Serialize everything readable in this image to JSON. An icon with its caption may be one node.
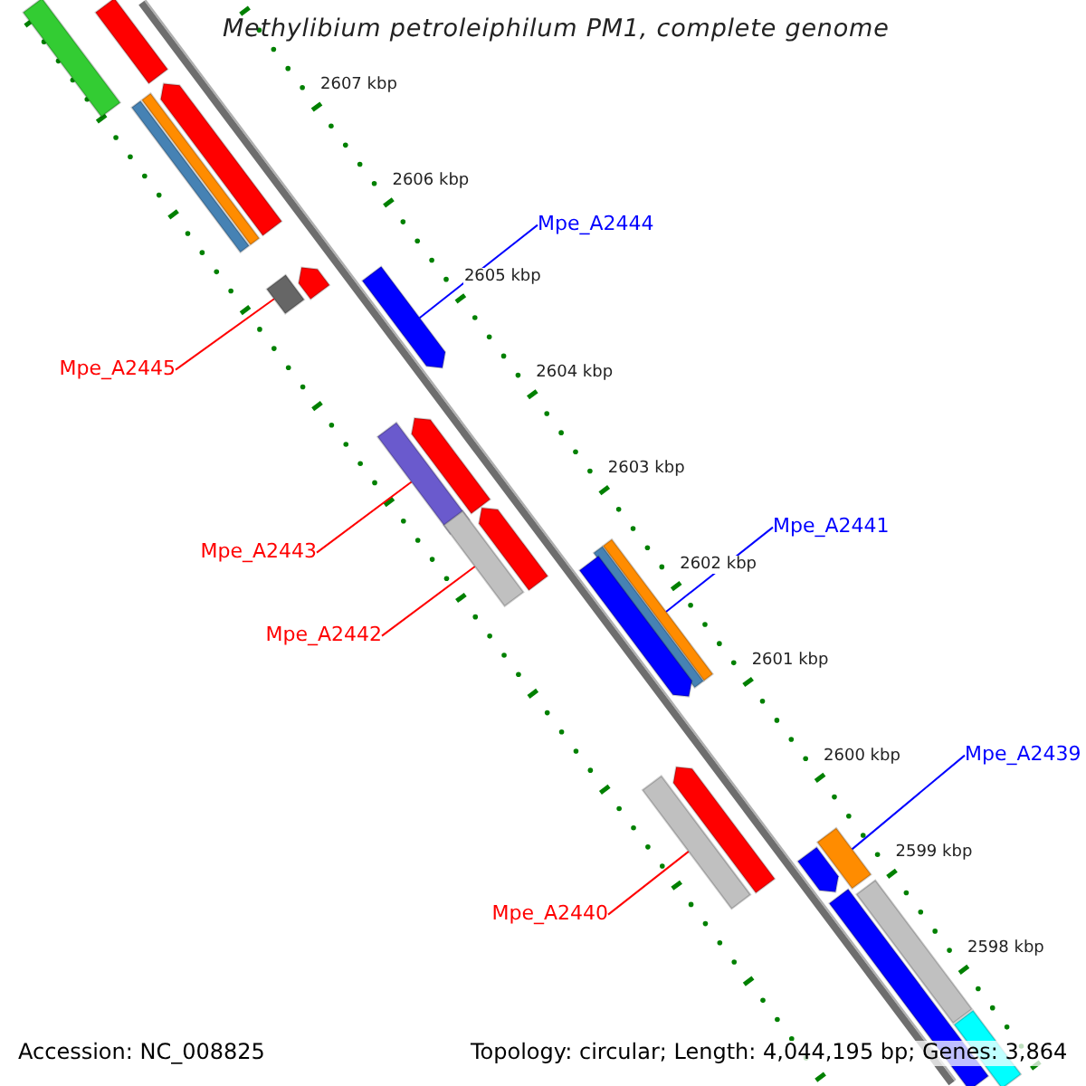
{
  "diagram": {
    "title": "Methylibium petroleiphilum PM1, complete genome",
    "nodes": [
      {
        "text": [
          "Mpe_A2444"
        ]
      },
      {
        "text": [],
        "shape": "bar"
      },
      {
        "text": [
          "Mpe_A2445"
        ]
      },
      {
        "text": [],
        "shape": "bar"
      },
      {
        "text": [
          "Mpe_A2441"
        ]
      },
      {
        "text": [],
        "shape": "bar"
      },
      {
        "text": [
          "Mpe_A2443"
        ]
      },
      {
        "text": [],
        "shape": "bar"
      },
      {
        "text": [
          "Mpe_A2442"
        ]
      },
      {
        "text": [],
        "shape": "bar"
      },
      {
        "text": [
          "Mpe_A2439"
        ]
      },
      {
        "text": [],
        "shape": "bar"
      },
      {
        "text": [
          "Mpe_A2440"
        ]
      },
      {
        "text": [],
        "shape": "bar"
      },
      {
        "text": [],
        "shape": "bar"
      },
      {
        "text": [],
        "shape": "bar"
      },
      {
        "text": [],
        "shape": "bar"
      },
      {
        "text": [],
        "shape": "bar"
      },
      {
        "text": [],
        "shape": "bar"
      },
      {
        "text": [],
        "shape": "bar"
      },
      {
        "text": [],
        "shape": "bar"
      },
      {
        "text": [],
        "shape": "bar"
      },
      {
        "text": [],
        "shape": "bar"
      },
      {
        "text": [],
        "shape": "bar"
      },
      {
        "text": [],
        "shape": "bar"
      },
      {
        "text": [],
        "shape": "bar"
      },
      {
        "text": [],
        "shape": "bar"
      },
      {
        "text": [],
        "shape": "bar"
      },
      {
        "text": [],
        "shape": "bar"
      }
    ],
    "edges": [
      {
        "from": 0,
        "to": 1,
        "arrow": "none",
        "color": "#0000ff"
      },
      {
        "from": 2,
        "to": 3,
        "arrow": "none"
      },
      {
        "from": 4,
        "to": 5,
        "arrow": "none",
        "color": "#0000ff"
      },
      {
        "from": 6,
        "to": 7,
        "arrow": "none"
      },
      {
        "from": 8,
        "to": 9,
        "arrow": "none"
      },
      {
        "from": 10,
        "to": 11,
        "arrow": "none",
        "color": "#0000ff"
      },
      {
        "from": 12,
        "to": 13,
        "arrow": "none"
      }
    ],
    "labels": [
      "2607 kbp",
      "2606 kbp",
      "2605 kbp",
      "2604 kbp",
      "2603 kbp",
      "2602 kbp",
      "2601 kbp",
      "2600 kbp",
      "2599 kbp",
      "2598 kbp",
      "Accession: NC_008825",
      "Topology: circular; Length: 4,044,195 bp; Genes: 3,864"
    ]
  }
}
